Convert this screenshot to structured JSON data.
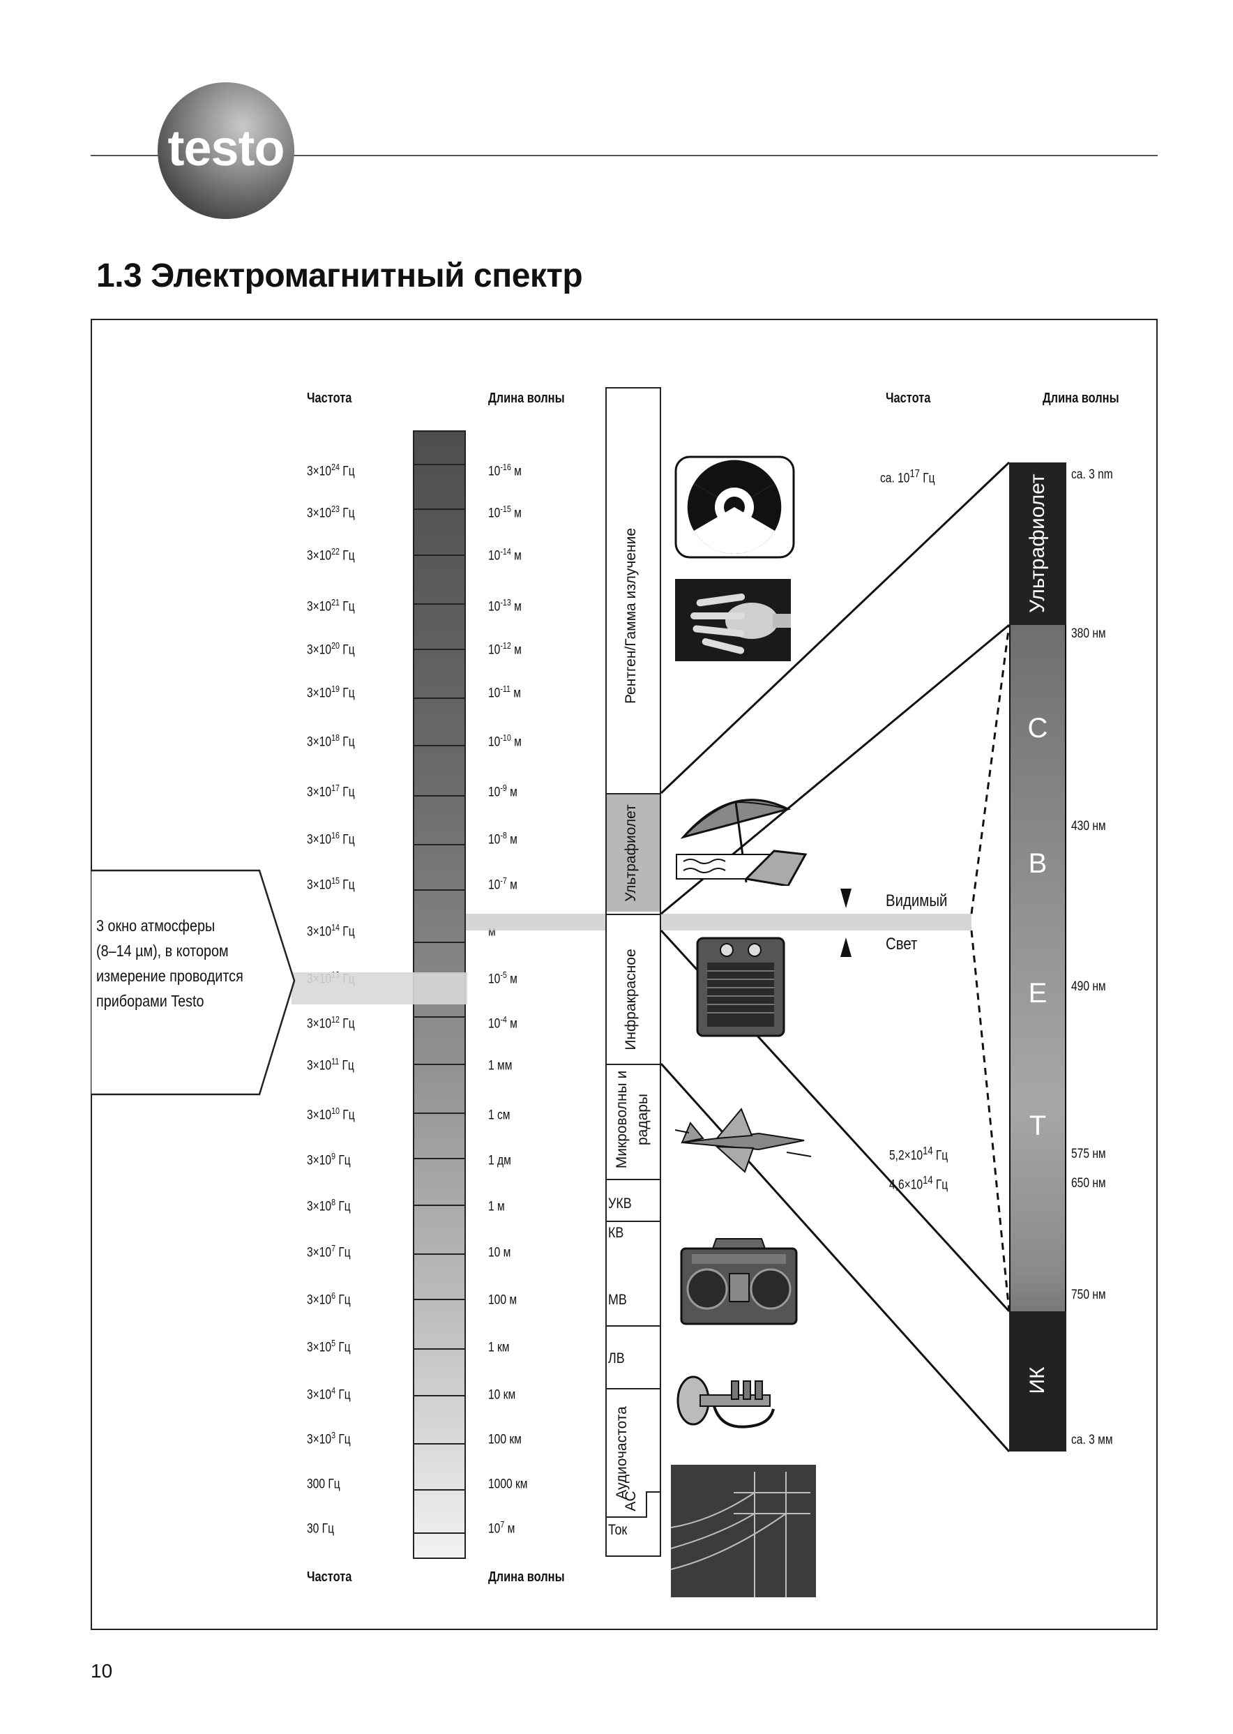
{
  "logo": {
    "text": "testo"
  },
  "title": "1.3 Электромагнитный спектр",
  "page_number": "10",
  "headers": {
    "freq_top": "Частота",
    "wl_top": "Длина волны",
    "freq_bottom": "Частота",
    "wl_bottom": "Длина волны",
    "right_freq": "Частота",
    "right_wl": "Длина волны"
  },
  "frequencies": [
    {
      "base": "3×10",
      "exp": "24",
      "unit": " Гц"
    },
    {
      "base": "3×10",
      "exp": "23",
      "unit": " Гц"
    },
    {
      "base": "3×10",
      "exp": "22",
      "unit": " Гц"
    },
    {
      "base": "3×10",
      "exp": "21",
      "unit": " Гц"
    },
    {
      "base": "3×10",
      "exp": "20",
      "unit": " Гц"
    },
    {
      "base": "3×10",
      "exp": "19",
      "unit": " Гц"
    },
    {
      "base": "3×10",
      "exp": "18",
      "unit": " Гц"
    },
    {
      "base": "3×10",
      "exp": "17",
      "unit": " Гц"
    },
    {
      "base": "3×10",
      "exp": "16",
      "unit": " Гц"
    },
    {
      "base": "3×10",
      "exp": "15",
      "unit": " Гц"
    },
    {
      "base": "3×10",
      "exp": "14",
      "unit": " Гц"
    },
    {
      "base": "3×10",
      "exp": "13",
      "unit": " Гц"
    },
    {
      "base": "3×10",
      "exp": "12",
      "unit": " Гц"
    },
    {
      "base": "3×10",
      "exp": "11",
      "unit": " Гц"
    },
    {
      "base": "3×10",
      "exp": "10",
      "unit": " Гц"
    },
    {
      "base": "3×10",
      "exp": "9",
      "unit": " Гц"
    },
    {
      "base": "3×10",
      "exp": "8",
      "unit": " Гц"
    },
    {
      "base": "3×10",
      "exp": "7",
      "unit": " Гц"
    },
    {
      "base": "3×10",
      "exp": "6",
      "unit": " Гц"
    },
    {
      "base": "3×10",
      "exp": "5",
      "unit": " Гц"
    },
    {
      "base": "3×10",
      "exp": "4",
      "unit": " Гц"
    },
    {
      "base": "3×10",
      "exp": "3",
      "unit": " Гц"
    },
    {
      "base": "300 Гц",
      "exp": "",
      "unit": ""
    },
    {
      "base": "30 Гц",
      "exp": "",
      "unit": ""
    }
  ],
  "wavelengths": [
    {
      "base": "10",
      "exp": "-16",
      "unit": " м"
    },
    {
      "base": "10",
      "exp": "-15",
      "unit": " м"
    },
    {
      "base": "10",
      "exp": "-14",
      "unit": " м"
    },
    {
      "base": "10",
      "exp": "-13",
      "unit": " м"
    },
    {
      "base": "10",
      "exp": "-12",
      "unit": " м"
    },
    {
      "base": "10",
      "exp": "-11",
      "unit": " м"
    },
    {
      "base": "10",
      "exp": "-10",
      "unit": " м"
    },
    {
      "base": "10",
      "exp": "-9",
      "unit": " м"
    },
    {
      "base": "10",
      "exp": "-8",
      "unit": " м"
    },
    {
      "base": "10",
      "exp": "-7",
      "unit": " м"
    },
    {
      "base": "м",
      "exp": "",
      "unit": ""
    },
    {
      "base": "10",
      "exp": "-5",
      "unit": " м"
    },
    {
      "base": "10",
      "exp": "-4",
      "unit": " м"
    },
    {
      "base": "1 мм",
      "exp": "",
      "unit": ""
    },
    {
      "base": "1 см",
      "exp": "",
      "unit": ""
    },
    {
      "base": "1 дм",
      "exp": "",
      "unit": ""
    },
    {
      "base": "1 м",
      "exp": "",
      "unit": ""
    },
    {
      "base": "10 м",
      "exp": "",
      "unit": ""
    },
    {
      "base": "100 м",
      "exp": "",
      "unit": ""
    },
    {
      "base": "1 км",
      "exp": "",
      "unit": ""
    },
    {
      "base": "10 км",
      "exp": "",
      "unit": ""
    },
    {
      "base": "100 км",
      "exp": "",
      "unit": ""
    },
    {
      "base": "1000 км",
      "exp": "",
      "unit": ""
    },
    {
      "base": "10",
      "exp": "7",
      "unit": " м"
    }
  ],
  "bands": {
    "xray_gamma": "Рентген/Гамма излучение",
    "uv": "Ультрафиолет",
    "infrared": "Инфракрасное",
    "microwave_line1": "Микроволны и",
    "microwave_line2": "радары",
    "ukv": "УКВ",
    "kv": "КВ",
    "mv": "МВ",
    "lv": "ЛВ",
    "audio": "Аудиочастота",
    "ac": "AC",
    "current": "Ток"
  },
  "callout": {
    "line1": "3 окно атмосферы",
    "line2": "(8–14 µм), в котором",
    "line3": "измерение проводится",
    "line4": "приборами Testo"
  },
  "visible": {
    "line1": "Видимый",
    "line2": "Свет"
  },
  "right_scale": {
    "uv_label": "Ультрафиолет",
    "letters": [
      "С",
      "В",
      "Е",
      "Т"
    ],
    "ir_label": "ИК",
    "freq_top_prefix": "ca. 10",
    "freq_top_exp": "17",
    "freq_top_unit": " Гц",
    "freq_5_2_base": "5,2×10",
    "freq_5_2_exp": "14",
    "freq_5_2_unit": " Гц",
    "freq_4_6_base": "4,6×10",
    "freq_4_6_exp": "14",
    "freq_4_6_unit": " Гц",
    "wl": [
      "ca. 3 nm",
      "380 нм",
      "430 нм",
      "490 нм",
      "575 нм",
      "650 нм",
      "750 нм",
      "ca. 3 мм"
    ]
  },
  "icons": [
    "radiation-icon",
    "xray-hand-icon",
    "beach-umbrella-icon",
    "heater-icon",
    "jet-plane-icon",
    "boombox-icon",
    "trumpet-icon",
    "power-lines-icon"
  ]
}
